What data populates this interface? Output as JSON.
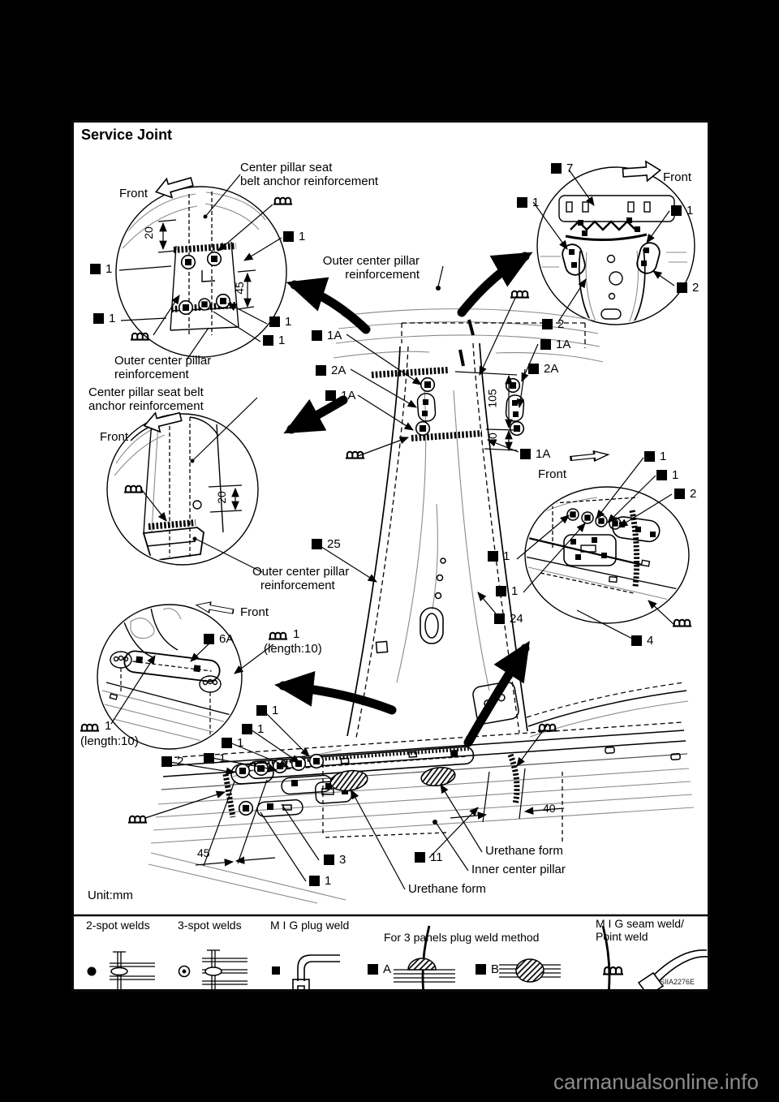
{
  "title": "Service Joint",
  "unit": "Unit:mm",
  "figure_code": "SIIA2276E",
  "watermark": "carmanualsonline.info",
  "labels": {
    "front": "Front",
    "center_pillar_seat": "Center pillar seat",
    "belt_anchor_reinforcement": "belt anchor reinforcement",
    "outer_center_pillar": "Outer center pillar",
    "reinforcement": "reinforcement",
    "center_pillar_seat_belt": "Center pillar seat belt",
    "anchor_reinforcement": "anchor reinforcement",
    "urethane_form": "Urethane form",
    "inner_center_pillar": "Inner center pillar",
    "length_note": "(length:10)"
  },
  "markers": {
    "m1": "1",
    "m1A": "1A",
    "m2": "2",
    "m2A": "2A",
    "m3": "3",
    "m4": "4",
    "m6A": "6A",
    "m7": "7",
    "m11": "11",
    "m24": "24",
    "m25": "25",
    "mA": "A",
    "mB": "B"
  },
  "mig_length_count": "1",
  "dims": {
    "d20": "20",
    "d45": "45",
    "d105": "105",
    "d40": "40"
  },
  "legend": {
    "two_spot": "2-spot welds",
    "three_spot": "3-spot welds",
    "mig_plug": "M I G plug weld",
    "three_panels": "For 3 panels plug weld method",
    "mig_seam_line1": "M I G seam weld/",
    "mig_seam_line2": "Point weld"
  }
}
